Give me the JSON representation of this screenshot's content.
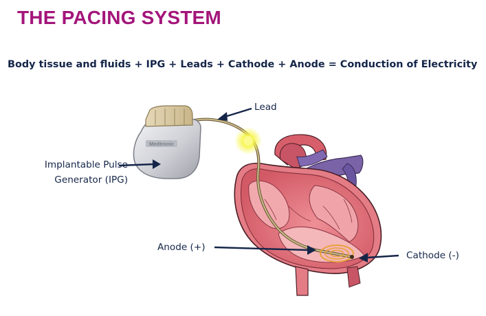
{
  "title": "THE PACING SYSTEM",
  "equation": "Body tissue and fluids + IPG + Leads + Cathode + Anode = Conduction of Electricity",
  "labels": {
    "lead": "Lead",
    "ipg_line1": "Implantable Pulse",
    "ipg_line2": "Generator (IPG)",
    "anode": "Anode (+)",
    "cathode": "Cathode (-)"
  },
  "ipg_brand": "Medtronic",
  "colors": {
    "title": "#a3157a",
    "text": "#142548",
    "heart_tissue": "#d9606a",
    "vessel": "#7b63a8",
    "glow": "#f7f54a",
    "electrode_ring": "#e9a23b"
  }
}
